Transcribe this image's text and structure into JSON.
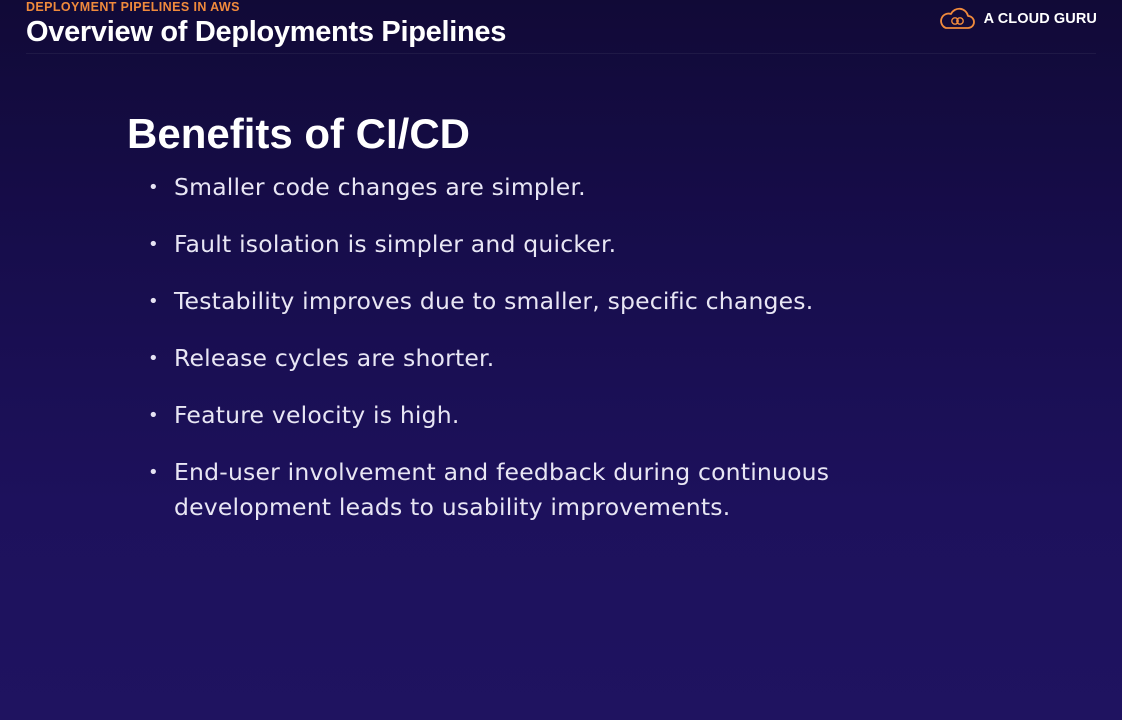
{
  "header": {
    "eyebrow": "DEPLOYMENT PIPELINES IN AWS",
    "title": "Overview of Deployments Pipelines",
    "brand_name": "A CLOUD GURU",
    "brand_icon": "cloud-logo-icon"
  },
  "content": {
    "heading": "Benefits of CI/CD",
    "bullets": [
      {
        "text": "Smaller code changes are simpler."
      },
      {
        "text": "Fault isolation is simpler and quicker."
      },
      {
        "text": "Testability improves due to smaller, specific changes."
      },
      {
        "text": "Release cycles are shorter."
      },
      {
        "text": "Feature velocity is high."
      },
      {
        "text": "End-user involvement and feedback during continuous development leads to usability improvements."
      }
    ],
    "bullet_glyph": "•"
  },
  "colors": {
    "background_top": "#110a37",
    "background_bottom": "#1f1360",
    "eyebrow": "#f08a3c",
    "logo": "#f08a3c",
    "text": "#ffffff"
  }
}
